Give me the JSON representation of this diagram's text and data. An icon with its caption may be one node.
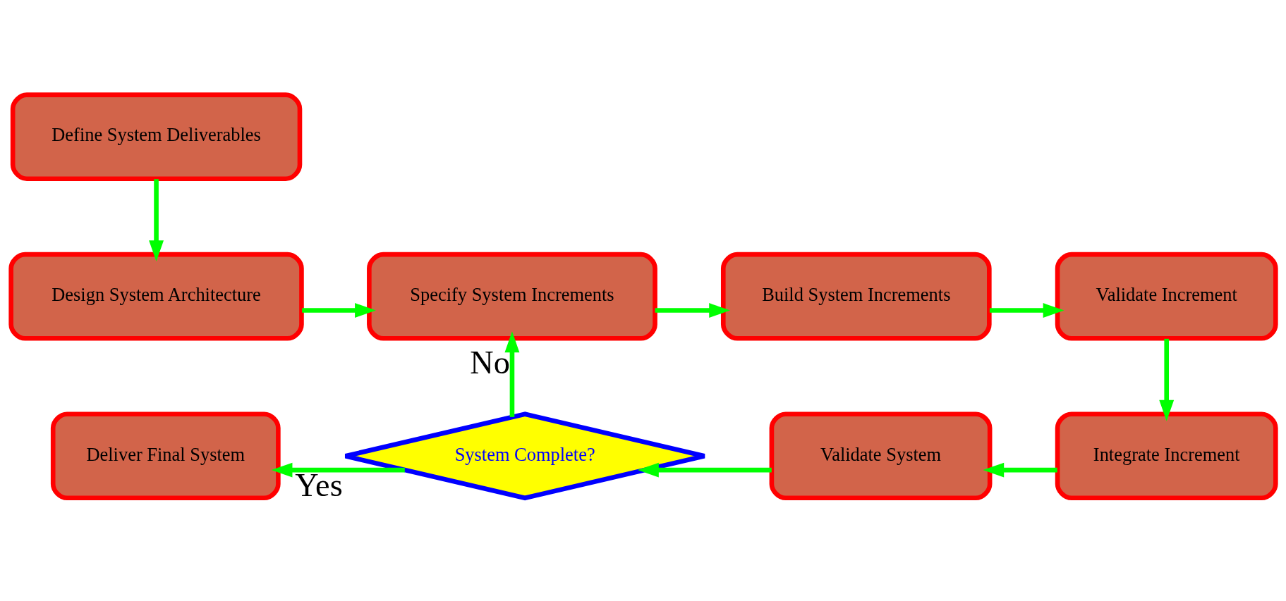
{
  "diagram": {
    "nodes": [
      {
        "text": [
          "Define System Deliverables"
        ]
      },
      {
        "text": [
          "Design System Architecture"
        ]
      },
      {
        "text": [
          "Specify System Increments"
        ]
      },
      {
        "text": [
          "Build System Increments"
        ]
      },
      {
        "text": [
          "Validate Increment"
        ]
      },
      {
        "text": [
          "Deliver Final System"
        ]
      },
      {
        "text": [
          "System Complete?"
        ]
      },
      {
        "text": [
          "Validate System"
        ]
      },
      {
        "text": [
          "Integrate Increment"
        ]
      }
    ],
    "edges": [
      {
        "from": 0,
        "to": 1,
        "arrow": "to"
      },
      {
        "from": 1,
        "to": 2,
        "arrow": "to"
      },
      {
        "from": 2,
        "to": 3,
        "arrow": "to"
      },
      {
        "from": 3,
        "to": 4,
        "arrow": "to"
      },
      {
        "from": 4,
        "to": 8,
        "arrow": "to"
      },
      {
        "from": 8,
        "to": 7,
        "arrow": "to"
      },
      {
        "from": 7,
        "to": 6,
        "arrow": "to"
      },
      {
        "from": 6,
        "to": 2,
        "arrow": "to",
        "label": "No"
      },
      {
        "from": 6,
        "to": 5,
        "arrow": "to",
        "label": "Yes"
      }
    ]
  }
}
